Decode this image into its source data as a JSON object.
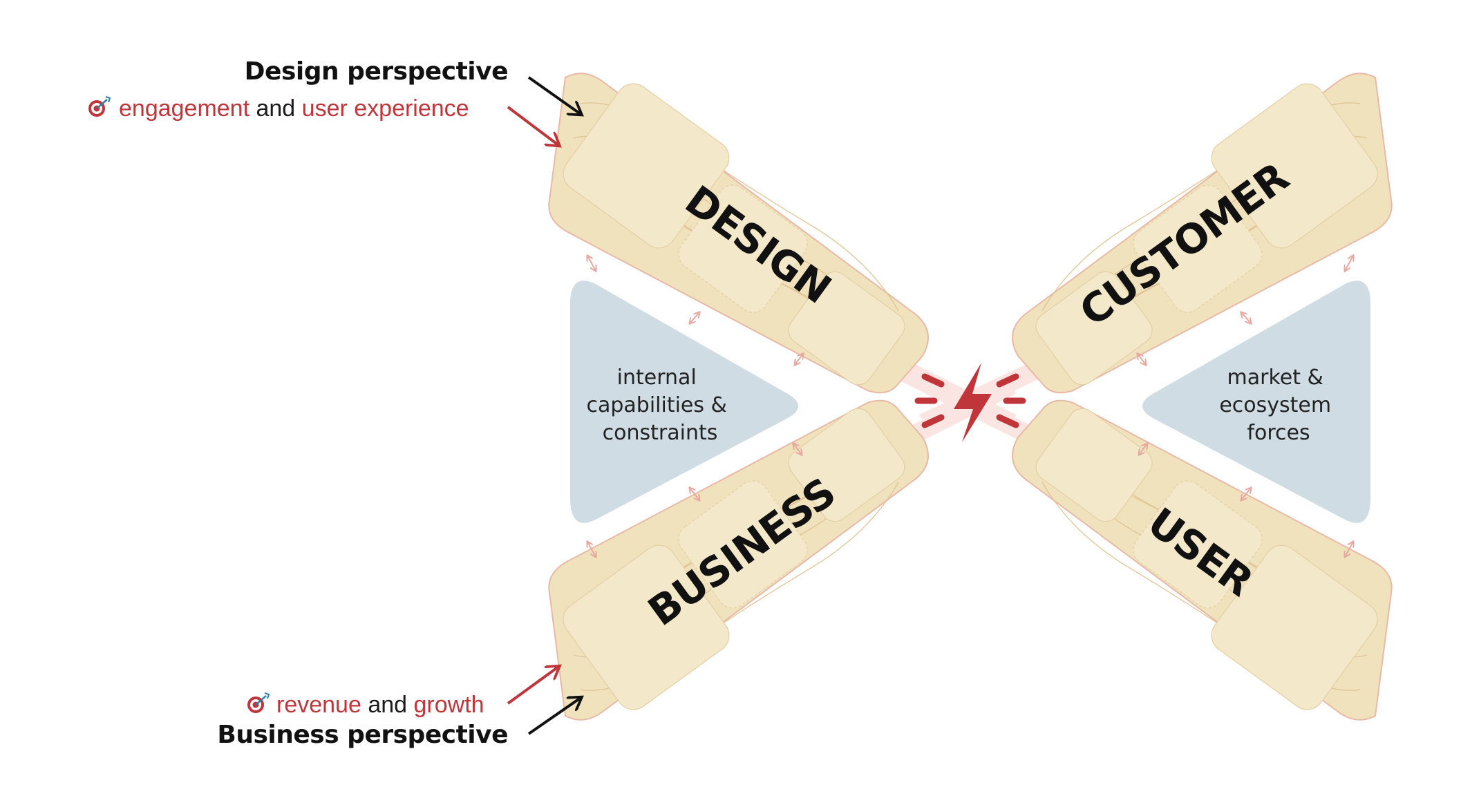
{
  "diagram": {
    "wings": {
      "design": "DESIGN",
      "business": "BUSINESS",
      "customer": "CUSTOMER",
      "user": "USER"
    },
    "triangles": {
      "left": [
        "internal",
        "capabilities &",
        "constraints"
      ],
      "right": [
        "market &",
        "ecosystem",
        "forces"
      ]
    },
    "design_perspective": {
      "title": "Design perspective",
      "goal_parts": [
        "engagement",
        " and ",
        "user experience"
      ]
    },
    "business_perspective": {
      "title": "Business perspective",
      "goal_parts": [
        "revenue",
        " and ",
        "growth"
      ]
    },
    "icons": {
      "goal": "target-icon",
      "center": "lightning-bolt-icon",
      "connectors": "double-arrow-icon"
    },
    "colors": {
      "wing_fill": "#efe2bd",
      "wing_stroke": "#e8b9a6",
      "triangle_fill": "#cfdce4",
      "accent_red": "#c0353a",
      "text": "#111111"
    }
  }
}
